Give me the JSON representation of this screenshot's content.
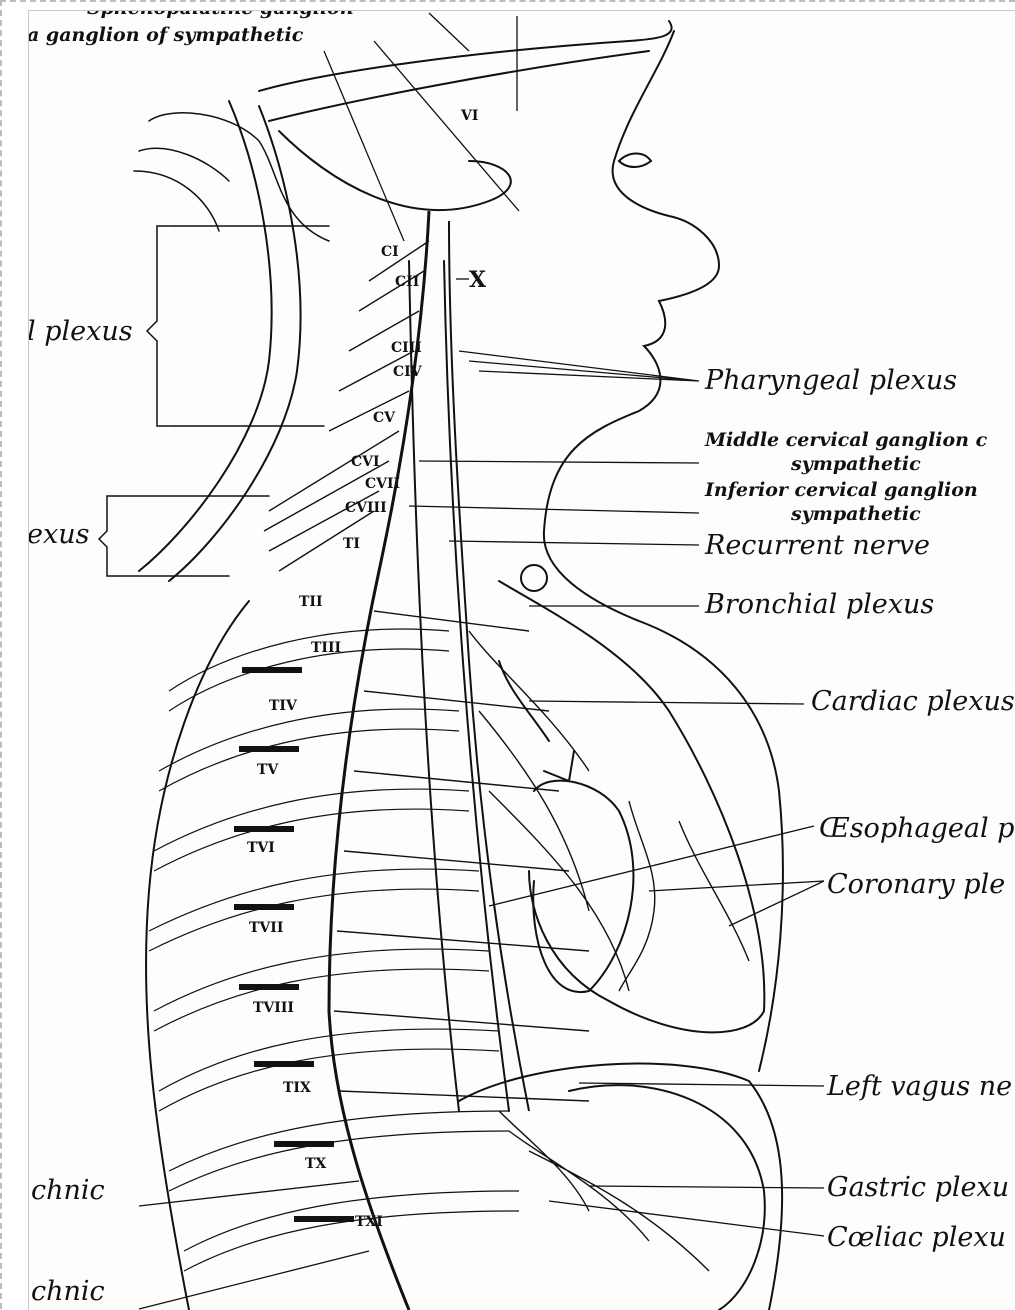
{
  "labels": {
    "top_cut": "Sphenopalatine ganglion",
    "top_ganglion": "a ganglion of sympathetic",
    "cervical_plexus": "l plexus",
    "brachial_plexus": "exus",
    "splanchnic_1": "chnic",
    "splanchnic_2": "chnic",
    "pharyngeal": "Pharyngeal plexus",
    "middle_cervical_1": "Middle cervical ganglion c",
    "middle_cervical_2": "sympathetic",
    "inferior_cervical_1": "Inferior cervical ganglion",
    "inferior_cervical_2": "sympathetic",
    "recurrent": "Recurrent nerve",
    "bronchial": "Bronchial plexus",
    "cardiac": "Cardiac plexus",
    "oesophageal": "Œsophageal p",
    "coronary": "Coronary ple",
    "left_vagus": "Left vagus ne",
    "gastric": "Gastric plexu",
    "coeliac": "Cœliac plexu"
  },
  "markers": {
    "vi": "VI",
    "x": "X",
    "ci": "CI",
    "cii": "CII",
    "ciii": "CIII",
    "civ": "CIV",
    "cv": "CV",
    "cvi": "CVI",
    "cvii": "CVII",
    "cviii": "CVIII",
    "ti": "TI",
    "tii": "TII",
    "tiii": "TIII",
    "tiv": "TIV",
    "tv": "TV",
    "tvi": "TVI",
    "tvii": "TVII",
    "tviii": "TVIII",
    "tix": "TIX",
    "tx": "TX",
    "txi": "TXI"
  }
}
